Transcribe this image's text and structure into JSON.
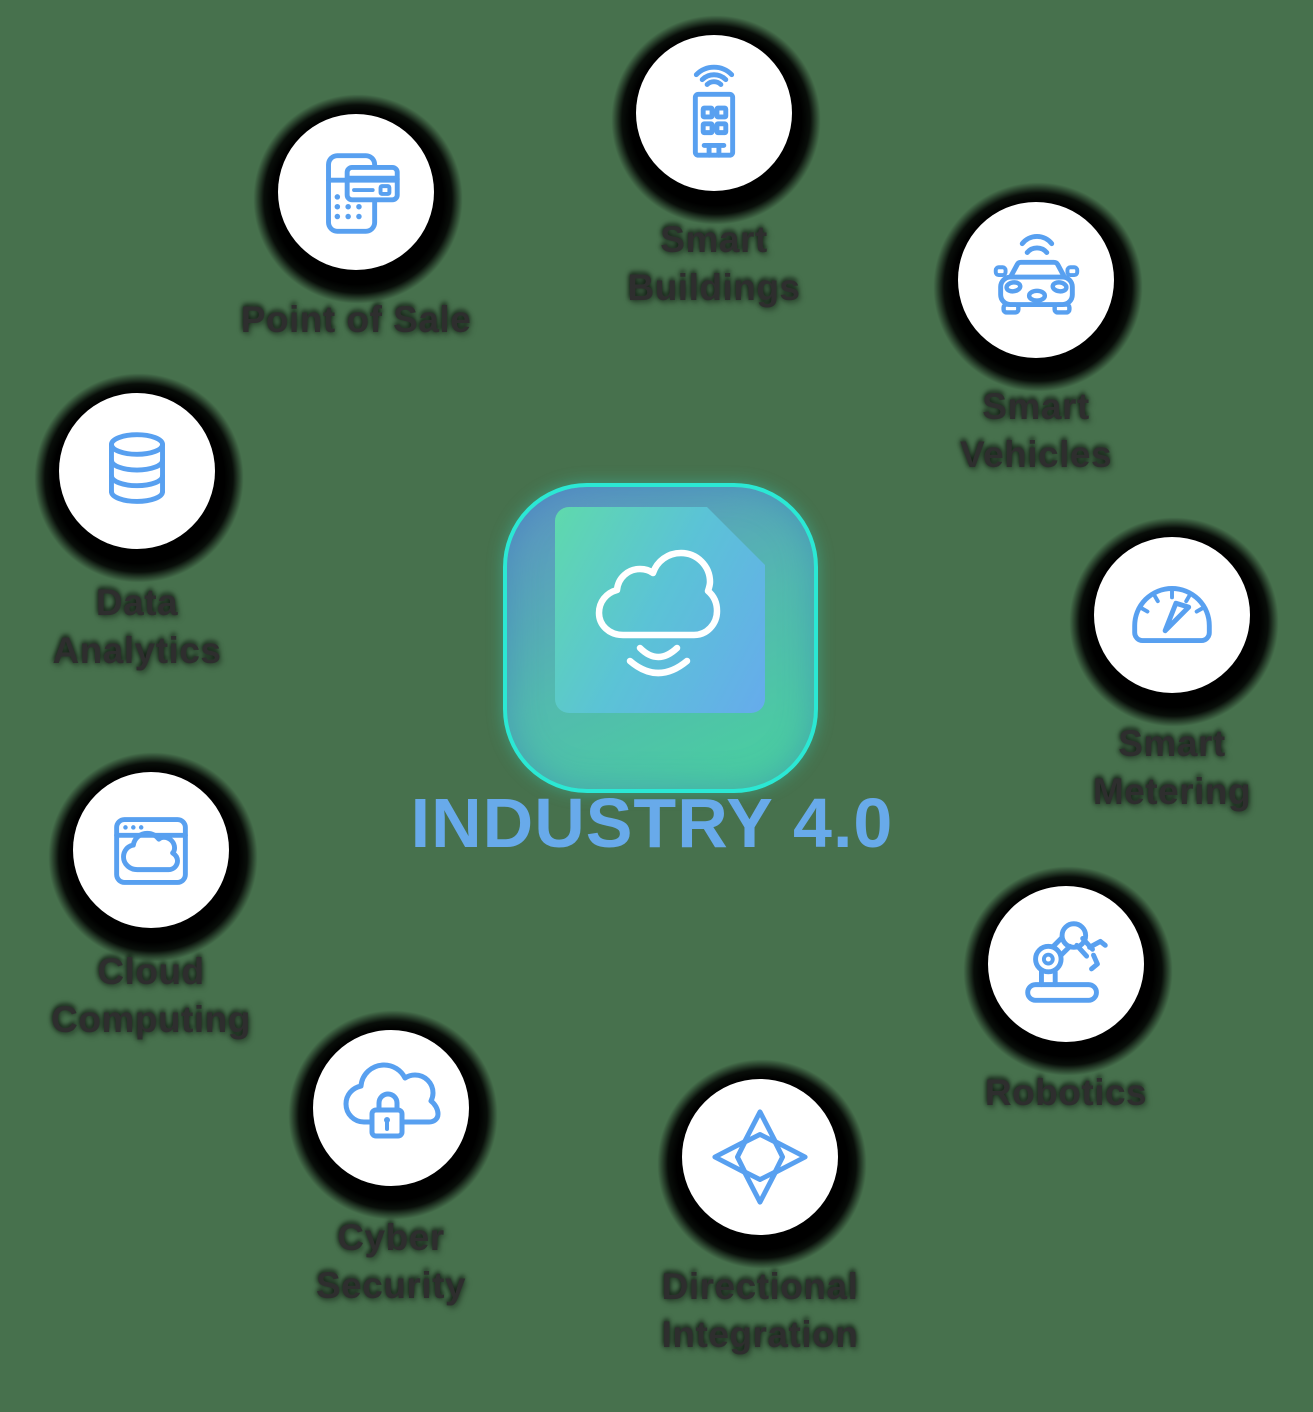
{
  "title": {
    "text": "INDUSTRY 4.0"
  },
  "center": {
    "icon": "cloud-signal-icon"
  },
  "nodes": [
    {
      "line1": "Smart",
      "line2": "Buildings",
      "icon": "smart-building-icon"
    },
    {
      "line1": "Point of Sale",
      "icon": "pos-terminal-icon"
    },
    {
      "line1": "Data",
      "line2": "Analytics",
      "icon": "database-icon"
    },
    {
      "line1": "Cloud",
      "line2": "Computing",
      "icon": "browser-cloud-icon"
    },
    {
      "line1": "Cyber",
      "line2": "Security",
      "icon": "cloud-lock-icon"
    },
    {
      "line1": "Directional",
      "line2": "Integration",
      "icon": "compass-arrows-icon"
    },
    {
      "line1": "Robotics",
      "icon": "robot-arm-icon"
    },
    {
      "line1": "Smart",
      "line2": "Metering",
      "icon": "gauge-icon"
    },
    {
      "line1": "Smart",
      "line2": "Vehicles",
      "icon": "car-wifi-icon"
    }
  ],
  "colors": {
    "background": "#47714D",
    "icon_stroke": "#58A0F0",
    "node_circle": "#FFFFFF",
    "node_shadow": "#000000",
    "label_text": "#2E2E2E",
    "title_text": "#68AAEA",
    "glow_ring": "#2BE8D4",
    "card_gradient_start": "#5FD9AC",
    "card_gradient_end": "#66ABEC"
  }
}
